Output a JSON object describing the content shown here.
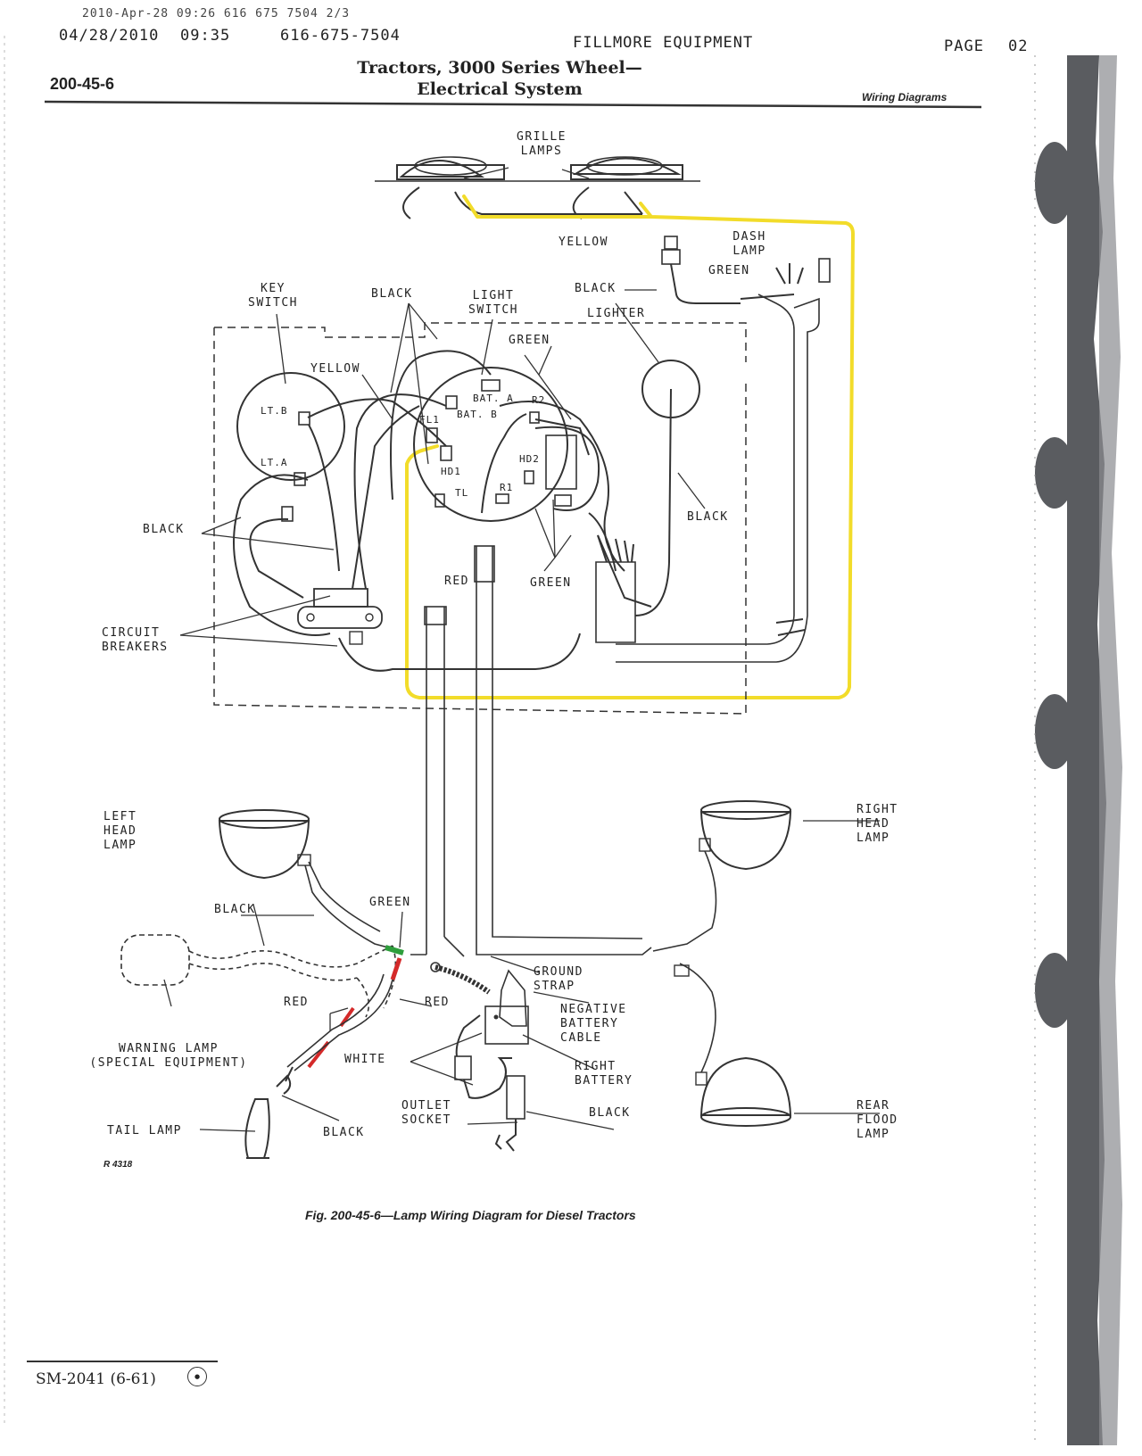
{
  "fax": {
    "top_line": "2010-Apr-28 09:26        616 675 7504        2/3",
    "date": "04/28/2010",
    "time": "09:35",
    "phone": "616-675-7504",
    "sender": "FILLMORE EQUIPMENT",
    "page_label": "PAGE",
    "page_number": "02"
  },
  "header": {
    "section_code": "200-45-6",
    "title_line1": "Tractors, 3000 Series Wheel—",
    "title_line2": "Electrical System",
    "tag": "Wiring Diagrams"
  },
  "labels": {
    "grille_lamps": "GRILLE\nLAMPS",
    "yellow_top": "YELLOW",
    "dash_lamp": "DASH\nLAMP",
    "green_dash": "GREEN",
    "black_dash": "BLACK",
    "key_switch": "KEY\nSWITCH",
    "black_top": "BLACK",
    "light_switch": "LIGHT\nSWITCH",
    "green_switch": "GREEN",
    "lighter": "LIGHTER",
    "yellow_mid": "YELLOW",
    "lt_b": "LT.B",
    "lt_a": "LT.A",
    "bat_a": "BAT. A",
    "bat_b": "BAT. B",
    "r2": "R2",
    "fl1": "FL1",
    "hd1": "HD1",
    "hd2": "HD2",
    "tl": "TL",
    "r1": "R1",
    "black_left": "BLACK",
    "black_lighter": "BLACK",
    "red_mid": "RED",
    "green_mid": "GREEN",
    "circuit_breakers": "CIRCUIT\nBREAKERS",
    "left_head_lamp": "LEFT\nHEAD\nLAMP",
    "right_head_lamp": "RIGHT\nHEAD\nLAMP",
    "green_lower": "GREEN",
    "black_lower": "BLACK",
    "ground_strap": "GROUND\nSTRAP",
    "negative_battery_cable": "NEGATIVE\nBATTERY\nCABLE",
    "right_battery": "RIGHT\nBATTERY",
    "red_left": "RED",
    "red_right": "RED",
    "white": "WHITE",
    "warning_lamp": "WARNING LAMP\n(SPECIAL EQUIPMENT)",
    "outlet_socket": "OUTLET\nSOCKET",
    "black_outlet": "BLACK",
    "tail_lamp": "TAIL LAMP",
    "black_tail": "BLACK",
    "rear_flood_lamp": "REAR\nFLOOD\nLAMP",
    "ref_code": "R 4318"
  },
  "caption": "Fig. 200-45-6—Lamp Wiring Diagram for Diesel Tractors",
  "footer": {
    "doc_code": "SM-2041 (6-61)"
  },
  "colors": {
    "highlight_yellow": "#f2dc2a",
    "highlight_green": "#2e9e3c",
    "highlight_red": "#d42a2a",
    "scan_shadow": "#5a5c60",
    "ink": "#333333"
  }
}
